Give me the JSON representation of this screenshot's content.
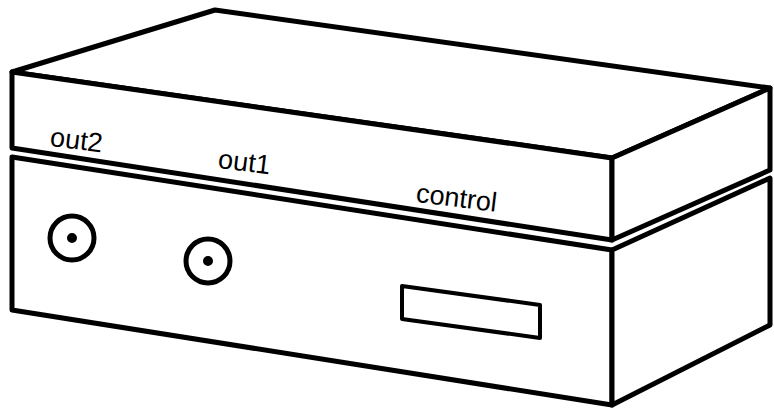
{
  "diagram": {
    "labels": [
      "out2",
      "out1",
      "control"
    ]
  }
}
